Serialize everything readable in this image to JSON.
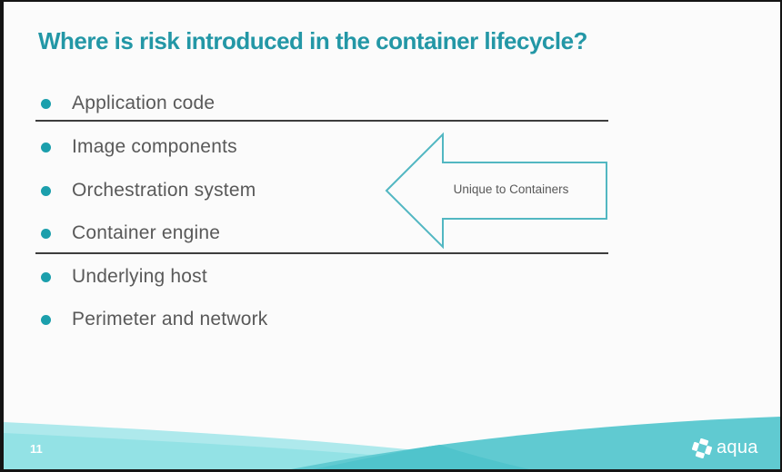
{
  "slide": {
    "title": "Where is risk introduced in the container lifecycle?",
    "bullets": {
      "items": [
        {
          "label": "Application code"
        },
        {
          "label": "Image components"
        },
        {
          "label": "Orchestration system"
        },
        {
          "label": "Container engine"
        },
        {
          "label": "Underlying host"
        },
        {
          "label": "Perimeter and network"
        }
      ]
    },
    "arrow": {
      "label": "Unique to Containers"
    },
    "page_number": "11",
    "logo": {
      "text": "aqua"
    },
    "colors": {
      "title_teal": "#2397a6",
      "bullet_teal": "#1b9fac",
      "body_gray": "#595959",
      "separator_dark": "#3d3d3d",
      "arrow_stroke": "#52b7c2",
      "wave_light": "#aee9ec",
      "wave_mid_light": "#93e2e5",
      "wave_medium": "#60cad1",
      "wave_dark": "#50c4cc",
      "slide_background": "#fbfbfb"
    }
  }
}
